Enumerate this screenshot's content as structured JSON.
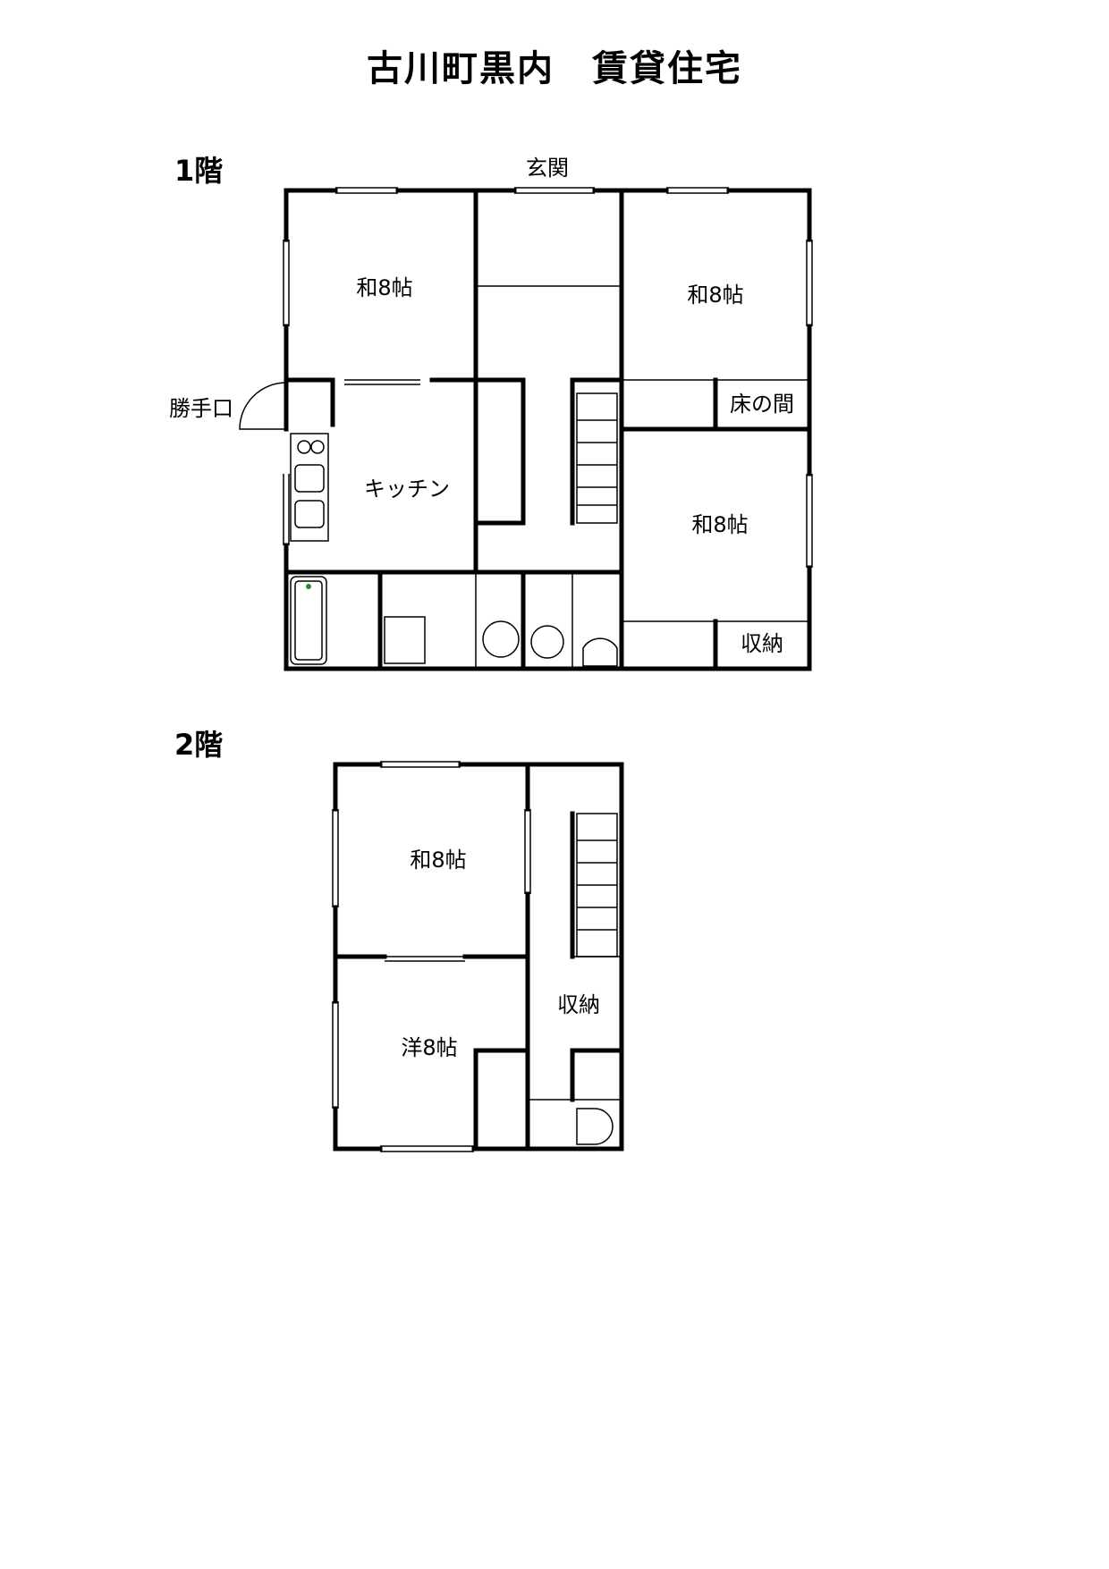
{
  "title": "古川町黒内　賃貸住宅",
  "floors": [
    {
      "label": "1階",
      "rooms": {
        "entrance": "玄関",
        "back_door": "勝手口",
        "washitsu_nw": "和8帖",
        "washitsu_ne": "和8帖",
        "tokonoma": "床の間",
        "kitchen": "キッチン",
        "washitsu_e": "和8帖",
        "storage": "収納"
      }
    },
    {
      "label": "2階",
      "rooms": {
        "washitsu": "和8帖",
        "storage": "収納",
        "youshitsu": "洋8帖"
      }
    }
  ]
}
